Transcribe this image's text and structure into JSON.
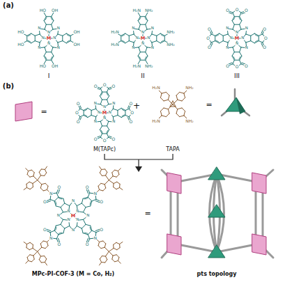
{
  "diagram": {
    "labels": [
      "(a)",
      "OH",
      "OH",
      "HO",
      "OH",
      "HO",
      "HO",
      "OH",
      "HO",
      "N",
      "N",
      "N",
      "N",
      "N",
      "N",
      "N",
      "N",
      "M",
      "I",
      "NH₂",
      "NH₂",
      "H₂N",
      "NH₂",
      "H₂N",
      "H₂N",
      "NH₂",
      "H₂N",
      "N",
      "N",
      "N",
      "N",
      "N",
      "N",
      "N",
      "N",
      "M",
      "II",
      "O",
      "O",
      "O",
      "O",
      "O",
      "O",
      "O",
      "O",
      "O",
      "O",
      "O",
      "O",
      "N",
      "N",
      "N",
      "N",
      "N",
      "N",
      "N",
      "N",
      "M",
      "III",
      "(b)",
      "=",
      "O",
      "O",
      "O",
      "O",
      "O",
      "O",
      "O",
      "O",
      "O",
      "O",
      "O",
      "O",
      "N",
      "N",
      "N",
      "N",
      "N",
      "N",
      "N",
      "N",
      "M",
      "M(TAPc)",
      "+",
      "H₂N",
      "NH₂",
      "H₂N",
      "NH₂",
      "TAPA",
      "=",
      "O",
      "N",
      "O",
      "O",
      "N",
      "O",
      "O",
      "N",
      "O",
      "O",
      "N",
      "O",
      "N",
      "N",
      "N",
      "N",
      "N",
      "N",
      "N",
      "N",
      "M",
      "MPc-PI-COF-3 (M = Co, H₂)",
      "=",
      "pts topology"
    ]
  }
}
